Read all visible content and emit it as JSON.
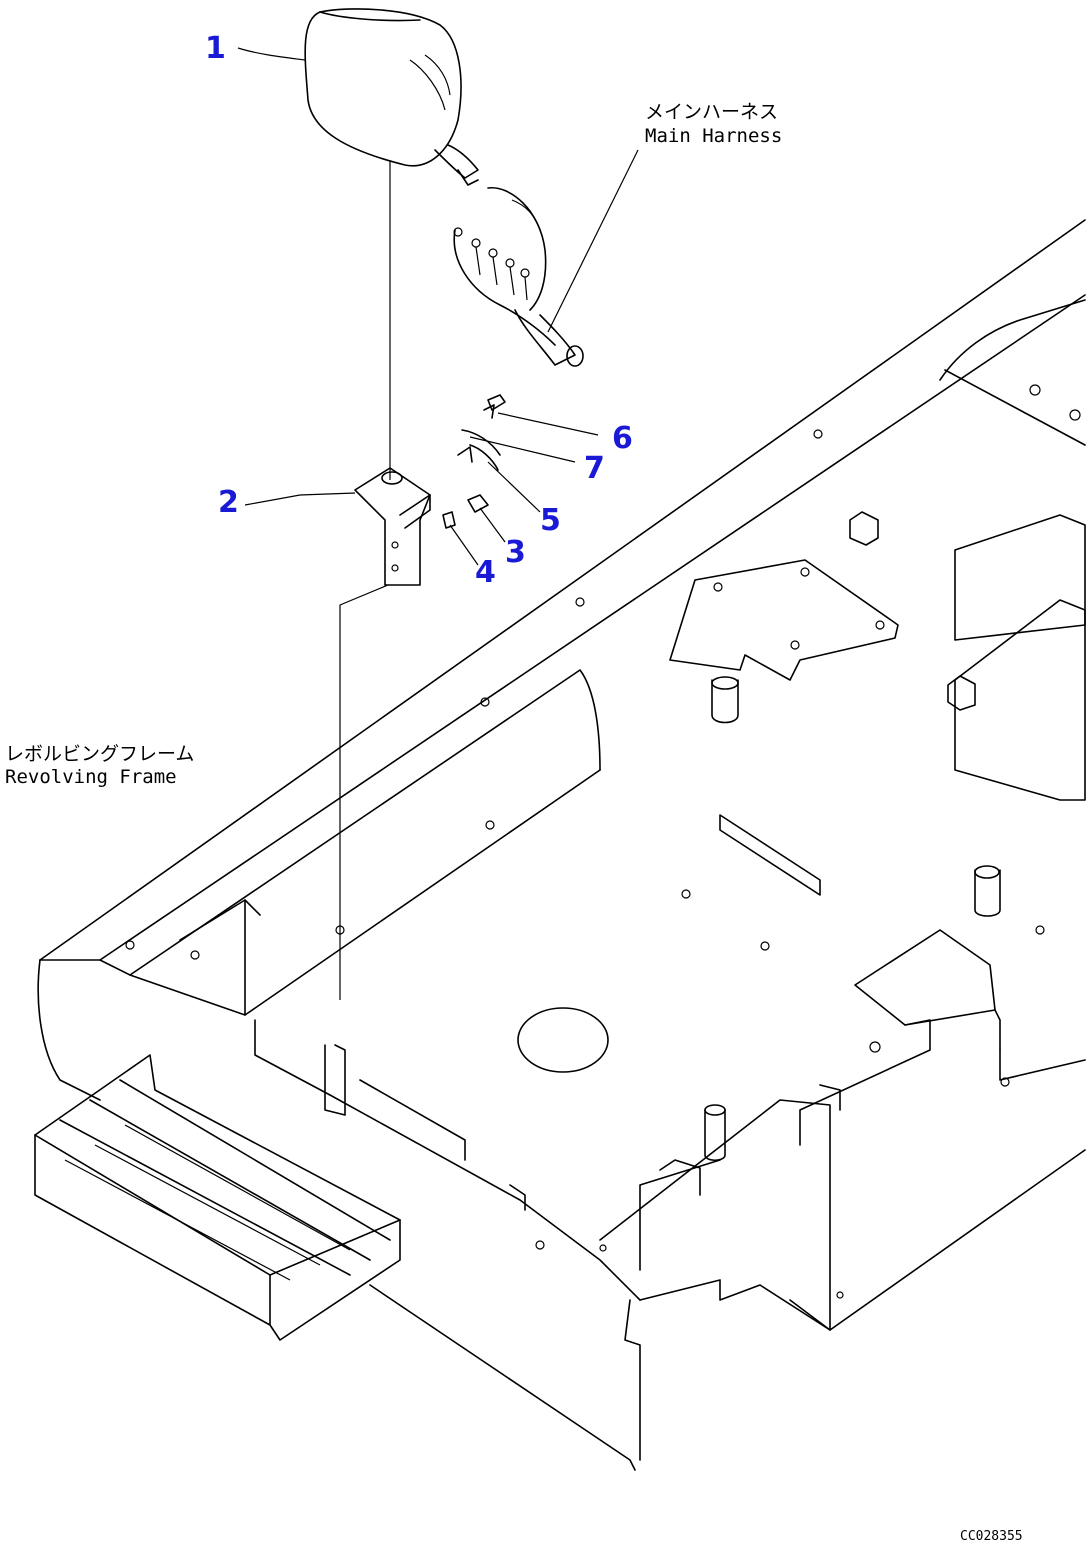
{
  "callouts": {
    "c1": "1",
    "c2": "2",
    "c3": "3",
    "c4": "4",
    "c5": "5",
    "c6": "6",
    "c7": "7"
  },
  "labels": {
    "main_harness_jp": "メインハーネス",
    "main_harness_en": "Main Harness",
    "revolving_frame_jp": "レボルビングフレーム",
    "revolving_frame_en": "Revolving Frame"
  },
  "drawing_code": "CC028355"
}
